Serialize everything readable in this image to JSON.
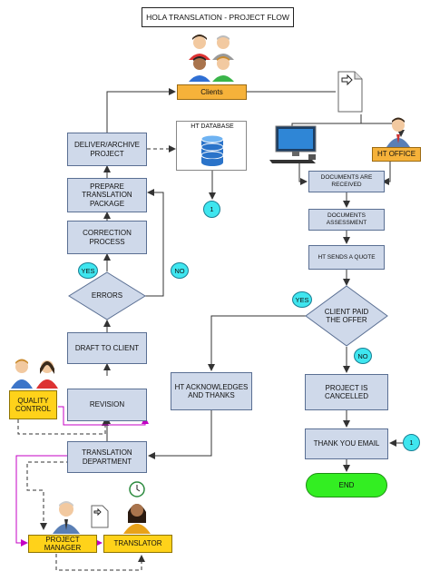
{
  "title": "HOLA TRANSLATION - PROJECT FLOW",
  "nodes": {
    "clients": "Clients",
    "deliver": "DELIVER/ARCHIVE PROJECT",
    "ht_database": "HT DATABASE",
    "prepare": "PREPARE TRANSLATION PACKAGE",
    "correction": "CORRECTION PROCESS",
    "errors": "ERRORS",
    "draft": "DRAFT TO CLIENT",
    "revision": "REVISION",
    "quality_control": "QUALITY CONTROL",
    "translation_dept": "TRANSLATION DEPARTMENT",
    "project_manager": "PROJECT MANAGER",
    "translator": "TRANSLATOR",
    "ht_office": "HT OFFICE",
    "docs_received": "DOCUMENTS ARE RECEIVED",
    "docs_assessment": "DOCUMENTS ASSESSMENT",
    "ht_sends_quote": "HT SENDS A QUOTE",
    "client_paid": "CLIENT PAID THE OFFER",
    "ht_acknowledges": "HT ACKNOWLEDGES AND THANKS",
    "project_cancelled": "PROJECT IS CANCELLED",
    "thank_you_email": "THANK YOU EMAIL",
    "end": "END"
  },
  "labels": {
    "yes_errors": "YES",
    "no_errors": "NO",
    "yes_paid": "YES",
    "no_paid": "NO",
    "connector_db": "1",
    "connector_email": "1"
  },
  "colors": {
    "process_fill": "#cfd9ea",
    "process_border": "#5a6f93",
    "clients_fill": "#f6b23a",
    "role_fill": "#ffd21a",
    "connector_fill": "#3fe6ef",
    "end_fill": "#33ee22",
    "flow_line": "#333333",
    "quality_line": "#c400c4"
  },
  "icons": [
    "people-group-icon",
    "document-icon",
    "desktop-computer-icon",
    "office-person-icon",
    "database-icon",
    "reviewer-man-icon",
    "reviewer-woman-icon",
    "project-manager-icon",
    "file-icon",
    "translator-icon",
    "clock-icon"
  ]
}
